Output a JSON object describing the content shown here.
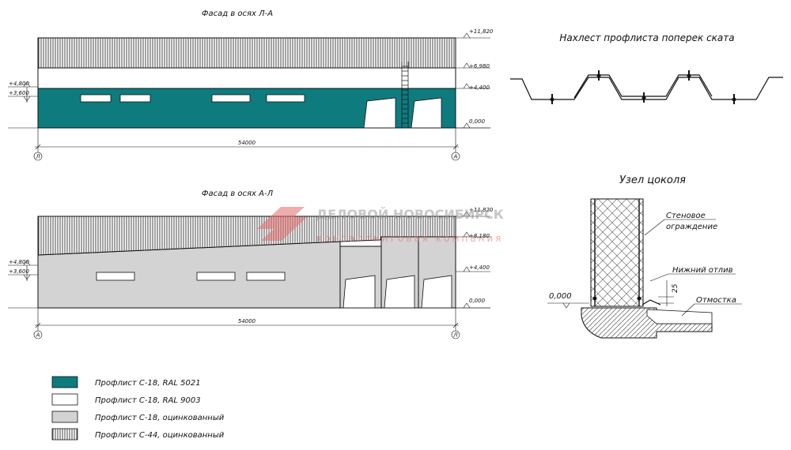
{
  "facade_top": {
    "title": "Фасад в осях Л-А",
    "levels": [
      "+11,820",
      "+6,980",
      "+4,400",
      "0,000"
    ],
    "left_levels": [
      "+4,800",
      "+3,600"
    ],
    "length": "54000",
    "axis_left": "Л",
    "axis_right": "А"
  },
  "facade_bottom": {
    "title": "Фасад в осях А-Л",
    "levels": [
      "+11,820",
      "+8,180",
      "+4,400",
      "0,000"
    ],
    "left_levels": [
      "+4,800",
      "+3,600"
    ],
    "length": "54000",
    "axis_left": "А",
    "axis_right": "Л"
  },
  "overlap_detail": {
    "title": "Нахлест профлиста поперек ската"
  },
  "plinth_detail": {
    "title": "Узел цоколя",
    "labels": {
      "wall": "Стеновое",
      "wall2": "ограждение",
      "drip": "Нижний отлив",
      "blind": "Отмостка",
      "level": "0,000",
      "dim": "25"
    }
  },
  "watermark": {
    "main": "ДЕЛОВОЙ НОВОСИБИРСК",
    "sub": "консалтинговая компания"
  },
  "legend": [
    {
      "label": "Профлист С-18, RAL 5021",
      "color": "#0e7b7f"
    },
    {
      "label": "Профлист С-18, RAL 9003",
      "color": "#ffffff"
    },
    {
      "label": "Профлист С-18, оцинкованный",
      "color": "#d3d3d3"
    },
    {
      "label": "Профлист С-44, оцинкованный",
      "color": "hatch"
    }
  ]
}
